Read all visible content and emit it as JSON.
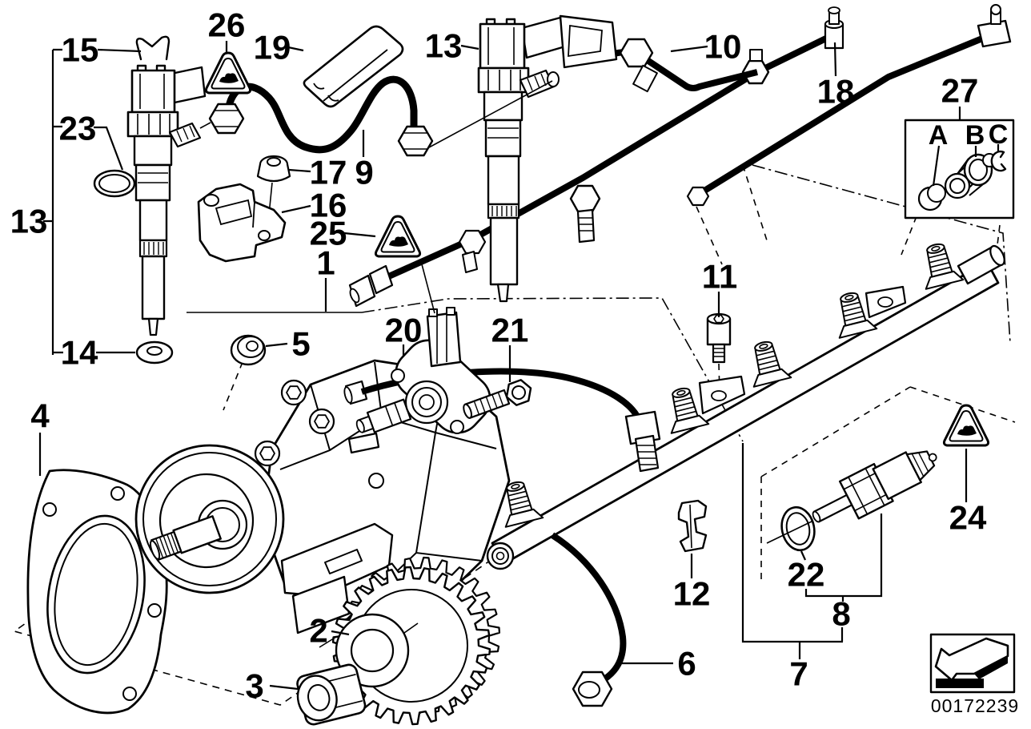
{
  "page": {
    "background": "#ffffff",
    "line_color": "#000000",
    "type": "exploded-parts-diagram"
  },
  "callouts": {
    "c1": "1",
    "c2": "2",
    "c3": "3",
    "c4": "4",
    "c5": "5",
    "c6": "6",
    "c7": "7",
    "c8": "8",
    "c9": "9",
    "c10": "10",
    "c11": "11",
    "c12": "12",
    "c13_left": "13",
    "c13_center": "13",
    "c14": "14",
    "c15": "15",
    "c16": "16",
    "c17": "17",
    "c18": "18",
    "c19": "19",
    "c20": "20",
    "c21": "21",
    "c22": "22",
    "c23": "23",
    "c24": "24",
    "c25": "25",
    "c26": "26",
    "c27": "27"
  },
  "detail_box": {
    "callout": "27",
    "labels": {
      "A": "A",
      "B": "B",
      "C": "C"
    }
  },
  "icons": {
    "warning_triangle": "consult-service-instructions-triangle",
    "stamp_arrow": "direction-reference-arrow"
  },
  "stamp": {
    "image_number": "00172239"
  }
}
